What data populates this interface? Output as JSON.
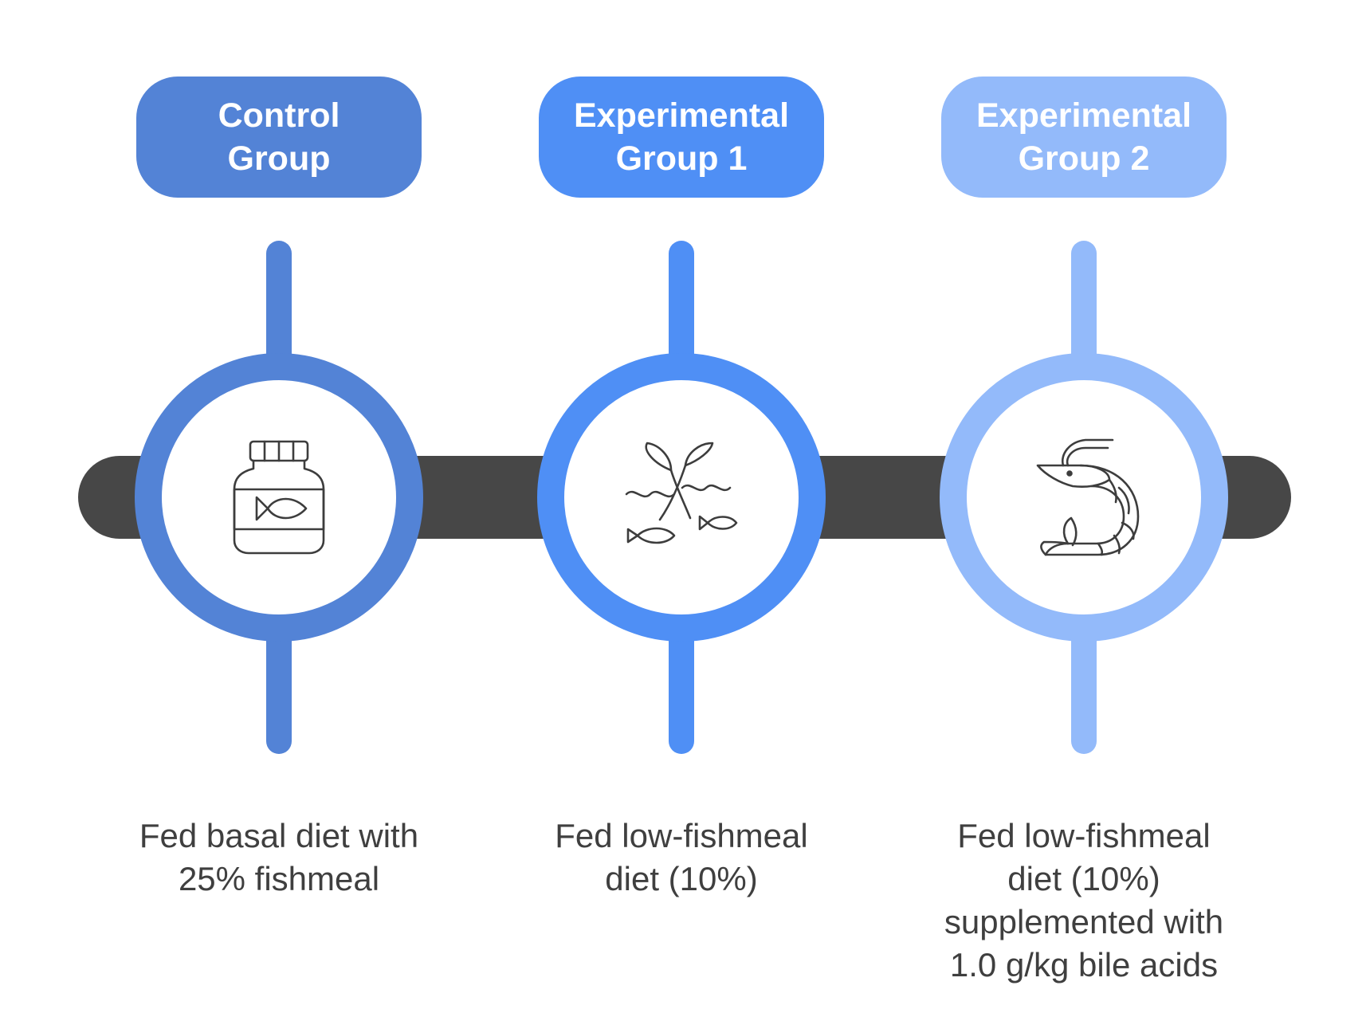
{
  "colors": {
    "track": "#474747",
    "control": "#5383d6",
    "exp1": "#4f8ff5",
    "exp2": "#93bafa",
    "icon_stroke": "#3d3d3d",
    "text": "#3f3f3f"
  },
  "groups": [
    {
      "id": "control",
      "title": "Control\nGroup",
      "icon": "fish-jar-icon",
      "description": "Fed basal diet with\n25% fishmeal",
      "color": "#5383d6"
    },
    {
      "id": "exp1",
      "title": "Experimental\nGroup 1",
      "icon": "plants-and-fish-icon",
      "description": "Fed low-fishmeal\ndiet (10%)",
      "color": "#4f8ff5"
    },
    {
      "id": "exp2",
      "title": "Experimental\nGroup 2",
      "icon": "shrimp-icon",
      "description": "Fed low-fishmeal\ndiet (10%)\nsupplemented with\n1.0 g/kg bile acids",
      "color": "#93bafa"
    }
  ]
}
